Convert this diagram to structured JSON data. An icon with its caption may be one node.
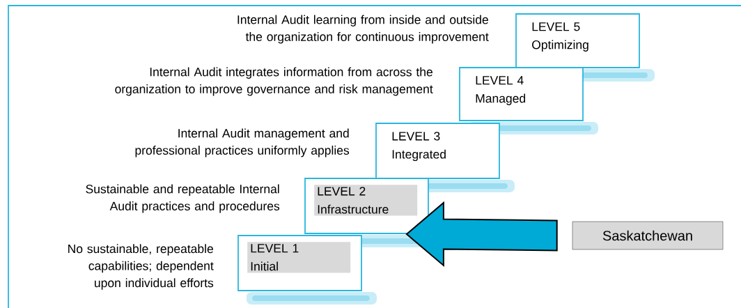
{
  "diagram": {
    "nodes": [
      {
        "text": [
          "LEVEL 5",
          "Optimizing"
        ],
        "beside": [
          "Internal Audit learning from inside and outside the organization for continuous improvement"
        ]
      },
      {
        "text": [
          "LEVEL 4",
          "Managed"
        ],
        "beside": [
          "Internal Audit integrates information from across the organization to improve governance and risk management"
        ]
      },
      {
        "text": [
          "LEVEL 3",
          "Integrated"
        ],
        "beside": [
          "Internal Audit management and professional practices uniformly applies"
        ]
      },
      {
        "text": [
          "LEVEL 2",
          "Infrastructure"
        ],
        "beside": [
          "Sustainable and repeatable Internal Audit practices and procedures"
        ]
      },
      {
        "text": [
          "LEVEL 1",
          "Initial"
        ],
        "beside": [
          "No sustainable, repeatable capabilities; dependent upon individual efforts"
        ]
      },
      {
        "text": [
          "Saskatchewan"
        ]
      }
    ],
    "edges": [
      {
        "from": 5,
        "to": 3,
        "arrow": "to"
      }
    ]
  }
}
